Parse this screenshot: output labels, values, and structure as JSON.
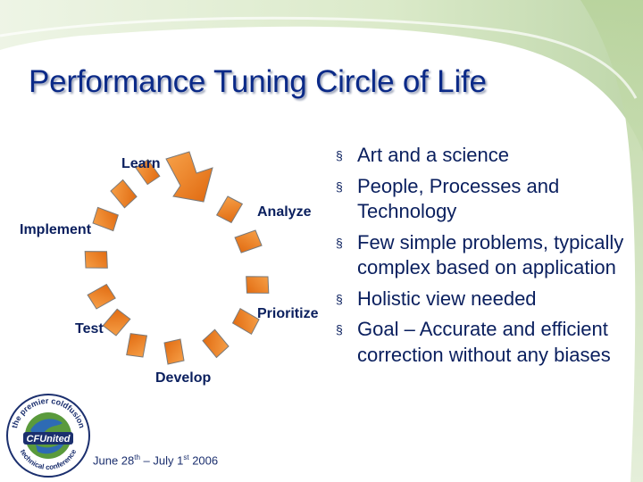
{
  "slide": {
    "title": "Performance Tuning Circle of Life"
  },
  "cycle": {
    "stages": [
      {
        "label": "Learn"
      },
      {
        "label": "Analyze"
      },
      {
        "label": "Prioritize"
      },
      {
        "label": "Develop"
      },
      {
        "label": "Test"
      },
      {
        "label": "Implement"
      }
    ],
    "arrow_color": "#f07d1a",
    "label_color": "#0a1f5e"
  },
  "bullets": [
    "Art and a science",
    "People, Processes and Technology",
    "Few simple problems, typically complex based on application",
    "Holistic view needed",
    "Goal – Accurate and efficient correction without any biases"
  ],
  "footer": {
    "date_start_day": "June 28",
    "date_start_sup": "th",
    "date_sep": " – July 1",
    "date_end_sup": "st",
    "date_year": " 2006"
  },
  "logo": {
    "top_text": "the premier coldfusion",
    "center_text": "CFUnited",
    "bottom_text": "technical conference"
  },
  "colors": {
    "title": "#0b2a88",
    "text": "#0a1f5e",
    "background_accent": "#cfe3b8"
  }
}
